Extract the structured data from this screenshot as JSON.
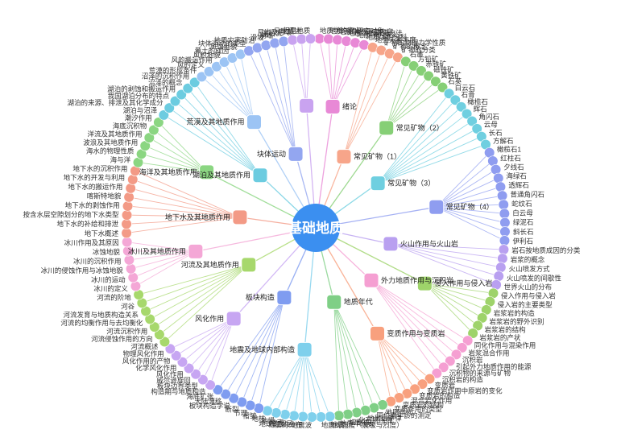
{
  "center": {
    "label": "基础地质",
    "color": "#3b8ff0"
  },
  "chapters": [
    {
      "label": "绪论",
      "color": "#e889d6",
      "leaves": [
        "地质学的定义",
        "地质学的研究对象",
        "地质学的研究内容",
        "地质学的研究方法",
        "地质学的意义",
        "地质学的分科"
      ]
    },
    {
      "label": "常见矿物（1）",
      "color": "#f7a58a",
      "leaves": [
        "地壳元素丰度",
        "矿物的物理力学性质",
        "矿物的概念",
        "矿物的分类"
      ]
    },
    {
      "label": "常见矿物（2）",
      "color": "#86cf76",
      "leaves": [
        "石墨",
        "方铅矿",
        "赤铁矿",
        "磁铁矿",
        "黄铁矿",
        "石英"
      ]
    },
    {
      "label": "常见矿物（3）",
      "color": "#6fcfe0",
      "leaves": [
        "白云石",
        "石膏",
        "橄榄石",
        "辉石",
        "角闪石",
        "云母",
        "长石",
        "方解石"
      ]
    },
    {
      "label": "常见矿物（4）",
      "color": "#8f9df0",
      "leaves": [
        "橄榄石1",
        "红柱石",
        "夕线石",
        "海绿石",
        "透辉石",
        "普通角闪石",
        "蛇纹石",
        "白云母",
        "绿泥石",
        "斜长石",
        "伊利石"
      ]
    },
    {
      "label": "火山作用与火山岩",
      "color": "#b9a0f0",
      "leaves": [
        "岩石按地质成因的分类",
        "岩浆的概念",
        "火山喷发方式",
        "火山喷发的间歇性",
        "世界火山的分布"
      ]
    },
    {
      "label": "侵入作用与侵入岩",
      "color": "#9ed36a",
      "leaves": [
        "侵入作用与侵入岩",
        "侵入岩的主要类型",
        "岩浆岩的构造",
        "岩浆岩的野外识别",
        "岩浆岩的结构",
        "岩浆岩的产状"
      ]
    },
    {
      "label": "外力地质作用与沉积岩",
      "color": "#f59fd2",
      "leaves": [
        "同化作用与混染作用",
        "岩浆混合作用",
        "沉积岩",
        "引起外力地质作用的能源",
        "沉积物的来源与矿物",
        "沉积岩的构造"
      ]
    },
    {
      "label": "变质作用与变质岩",
      "color": "#f8a07e",
      "leaves": [
        "变质岩",
        "变质岩作用中原岩的变化",
        "变质岩的构造",
        "混合岩化作用",
        "变质岩的结构",
        "变质作用的类型"
      ]
    },
    {
      "label": "地质年代",
      "color": "#7fcf86",
      "leaves": [
        "地层年代",
        "同位素年龄的测定",
        "地层层序律",
        "化石层序律",
        "切割律",
        "地质年代表"
      ]
    },
    {
      "label": "地震及地球内部构造",
      "color": "#7fd0ec",
      "leaves": [
        "地震",
        "地震的强度（震级与烈度）",
        "地震波",
        "地震的分布",
        "地球的圈层",
        "地壳",
        "地幔",
        "地核"
      ]
    },
    {
      "label": "板块构造",
      "color": "#7f9cf0",
      "leaves": [
        "褶皱",
        "节理",
        "断裂",
        "板块构造学说",
        "大陆漂移",
        "海底扩张"
      ]
    },
    {
      "label": "风化作用",
      "color": "#c7a6f2",
      "leaves": [
        "构造期与地质构造",
        "板块边界类型",
        "威尔逊旋回",
        "风化作用",
        "化学风化作用",
        "风化作用的产物",
        "物理风化作用"
      ]
    },
    {
      "label": "河流及其地质作用",
      "color": "#a7d86c",
      "leaves": [
        "河流概述",
        "河流侵蚀作用的方向",
        "河流沉积作用",
        "河流的均衡作用与去均衡化",
        "河流发育与地质构造关系",
        "河谷",
        "河流的阶地"
      ]
    },
    {
      "label": "冰川及其地质作用",
      "color": "#f4a7d6",
      "leaves": [
        "冰川的定义",
        "冰川的运动",
        "冰川的侵蚀作用与冰蚀地貌",
        "冰川的沉积作用",
        "冰蚀地貌",
        "冰川作用及其原因"
      ]
    },
    {
      "label": "地下水及其地质作用",
      "color": "#f39a86",
      "leaves": [
        "地下水概述",
        "地下水的补给和排泄",
        "按含水层空隙划分的地下水类型",
        "地下水的剥蚀作用",
        "喀斯特地貌",
        "地下水的搬运作用",
        "地下水的开发与利用",
        "地下水的沉积作用"
      ]
    },
    {
      "label": "海洋及其地质作用",
      "color": "#8bd682",
      "leaves": [
        "海与洋",
        "海水的物理性质",
        "波浪及其地质作用",
        "洋流及其地质作用",
        "海底沉积物",
        "潮汐作用"
      ]
    },
    {
      "label": "湖泊及其地质作用",
      "color": "#6ccce0",
      "leaves": [
        "湖泊与沼泽",
        "湖泊的来源、排泄及其化学成分",
        "我国湖泊分布的特点",
        "湖泊的剥蚀和搬运作用",
        "沼泽的概念",
        "沼泽的沉积作用"
      ]
    },
    {
      "label": "荒漠及其地质作用",
      "color": "#9cc4f4",
      "leaves": [
        "荒漠的形成条件",
        "风的定义",
        "风的搬运作用",
        "风积地貌",
        "黄土的成因",
        "风蚀地貌"
      ]
    },
    {
      "label": "块体运动",
      "color": "#93a6f0",
      "leaves": [
        "块体运动的类型",
        "地质灾害防治",
        "滑坡",
        "崩塌",
        "泥石流"
      ]
    },
    {
      "label": "",
      "color": "#c9a3f0",
      "leaves": [
        "月岩及月壤",
        "月球概述",
        "行星地质"
      ]
    }
  ]
}
